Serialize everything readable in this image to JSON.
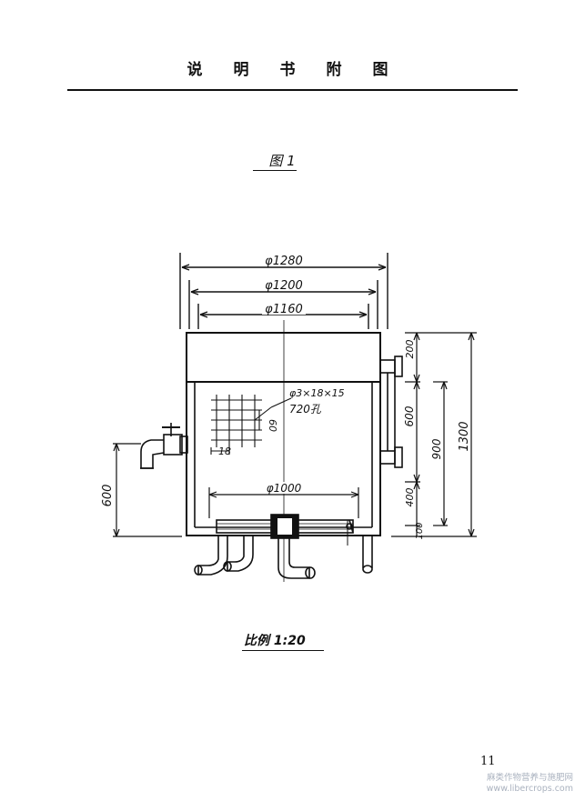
{
  "header": {
    "title": "说明书附图"
  },
  "figure": {
    "label": "图 1",
    "dimensions": {
      "outer_diameter": "φ1280",
      "mid_diameter": "φ1200",
      "inner_diameter": "φ1160",
      "bottom_diameter": "φ1000",
      "hole_spec": "φ3×18×15",
      "hole_count": "720孔",
      "hole_spacing": "18",
      "hole_row_spacing": "60",
      "left_height": "600",
      "right_seg_top": "200",
      "right_seg_mid": "600",
      "right_seg_low": "400",
      "right_seg_bottom": "100",
      "right_inner_total": "900",
      "right_total": "1300"
    },
    "scale": "比例 1:20"
  },
  "footer": {
    "page_number": "11",
    "watermark_line1": "麻类作物营养与施肥网",
    "watermark_line2": "www.libercrops.com"
  }
}
